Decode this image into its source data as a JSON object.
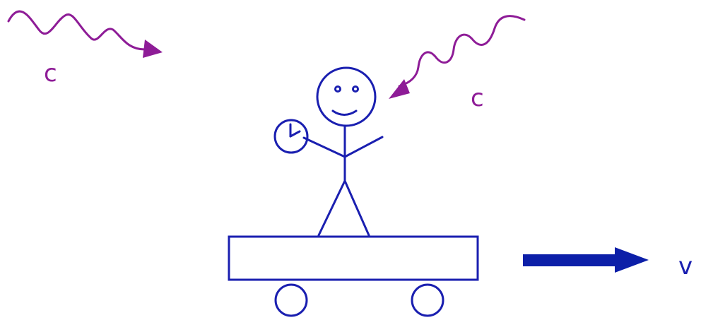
{
  "labels": {
    "light_left": "c",
    "light_right": "c",
    "velocity": "v"
  },
  "colors": {
    "figure": "#1a1fb0",
    "light": "#8e1c97",
    "arrow": "#0c1fa8"
  },
  "icons": {
    "clock": "clock-icon"
  }
}
